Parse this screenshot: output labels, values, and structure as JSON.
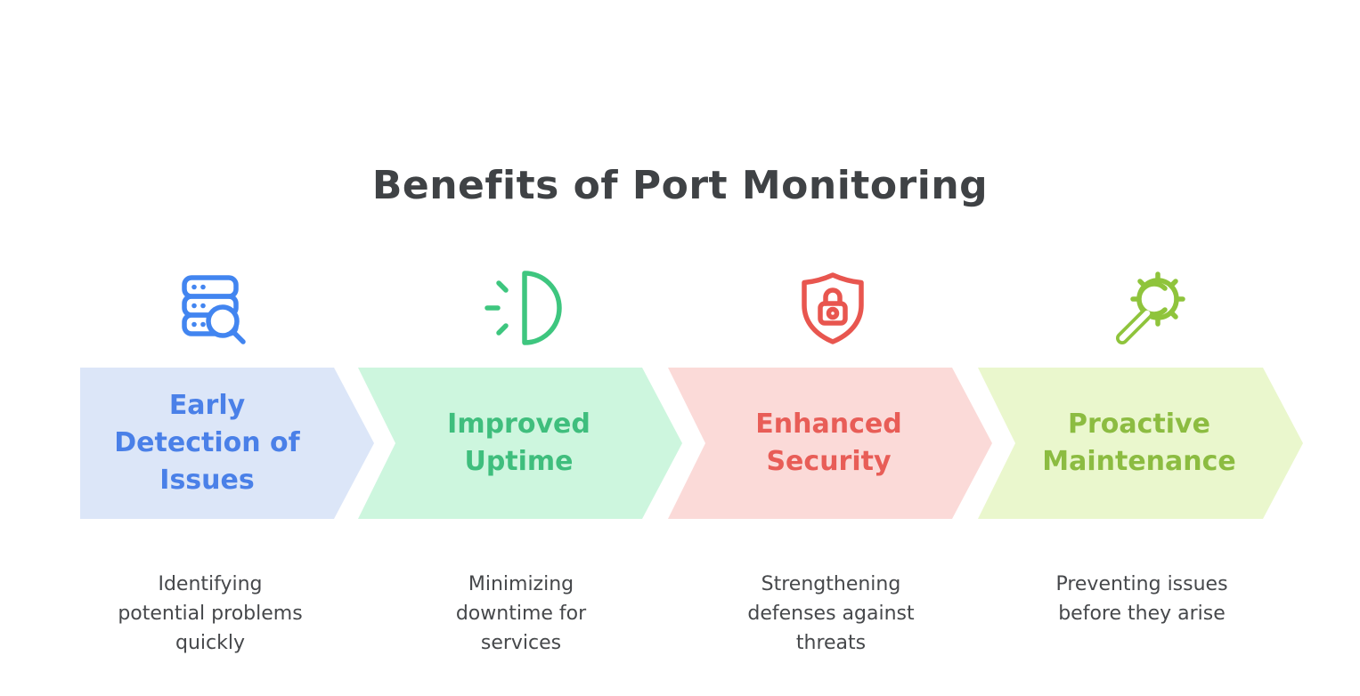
{
  "page": {
    "title": "Benefits of Port Monitoring",
    "title_color": "#3F4245",
    "background": "#FFFFFF",
    "description_color": "#46484B"
  },
  "steps": [
    {
      "name": "Early Detection of Issues",
      "title_lines": [
        "Early",
        "Detection of",
        "Issues"
      ],
      "description": "Identifying potential problems quickly",
      "description_lines": [
        "Identifying",
        "potential problems",
        "quickly"
      ],
      "icon": "server-search-icon",
      "colors": {
        "bg": "#DCE6F8",
        "text": "#4A80E8",
        "icon": "#4285F0"
      }
    },
    {
      "name": "Improved Uptime",
      "title_lines": [
        "Improved",
        "Uptime"
      ],
      "description": "Minimizing downtime for services",
      "description_lines": [
        "Minimizing",
        "downtime for",
        "services"
      ],
      "icon": "uptime-half-sun-icon",
      "colors": {
        "bg": "#CDF6DE",
        "text": "#3FBE7D",
        "icon": "#3EC67F"
      }
    },
    {
      "name": "Enhanced Security",
      "title_lines": [
        "Enhanced",
        "Security"
      ],
      "description": "Strengthening defenses against threats",
      "description_lines": [
        "Strengthening",
        "defenses against",
        "threats"
      ],
      "icon": "shield-lock-icon",
      "colors": {
        "bg": "#FBDAD8",
        "text": "#E85D57",
        "icon": "#E8564F"
      }
    },
    {
      "name": "Proactive Maintenance",
      "title_lines": [
        "Proactive",
        "Maintenance"
      ],
      "description": "Preventing issues before they arise",
      "description_lines": [
        "Preventing issues",
        "before they arise"
      ],
      "icon": "gear-wrench-icon",
      "colors": {
        "bg": "#EAF7CD",
        "text": "#8CBC41",
        "icon": "#8FC43C"
      }
    }
  ]
}
